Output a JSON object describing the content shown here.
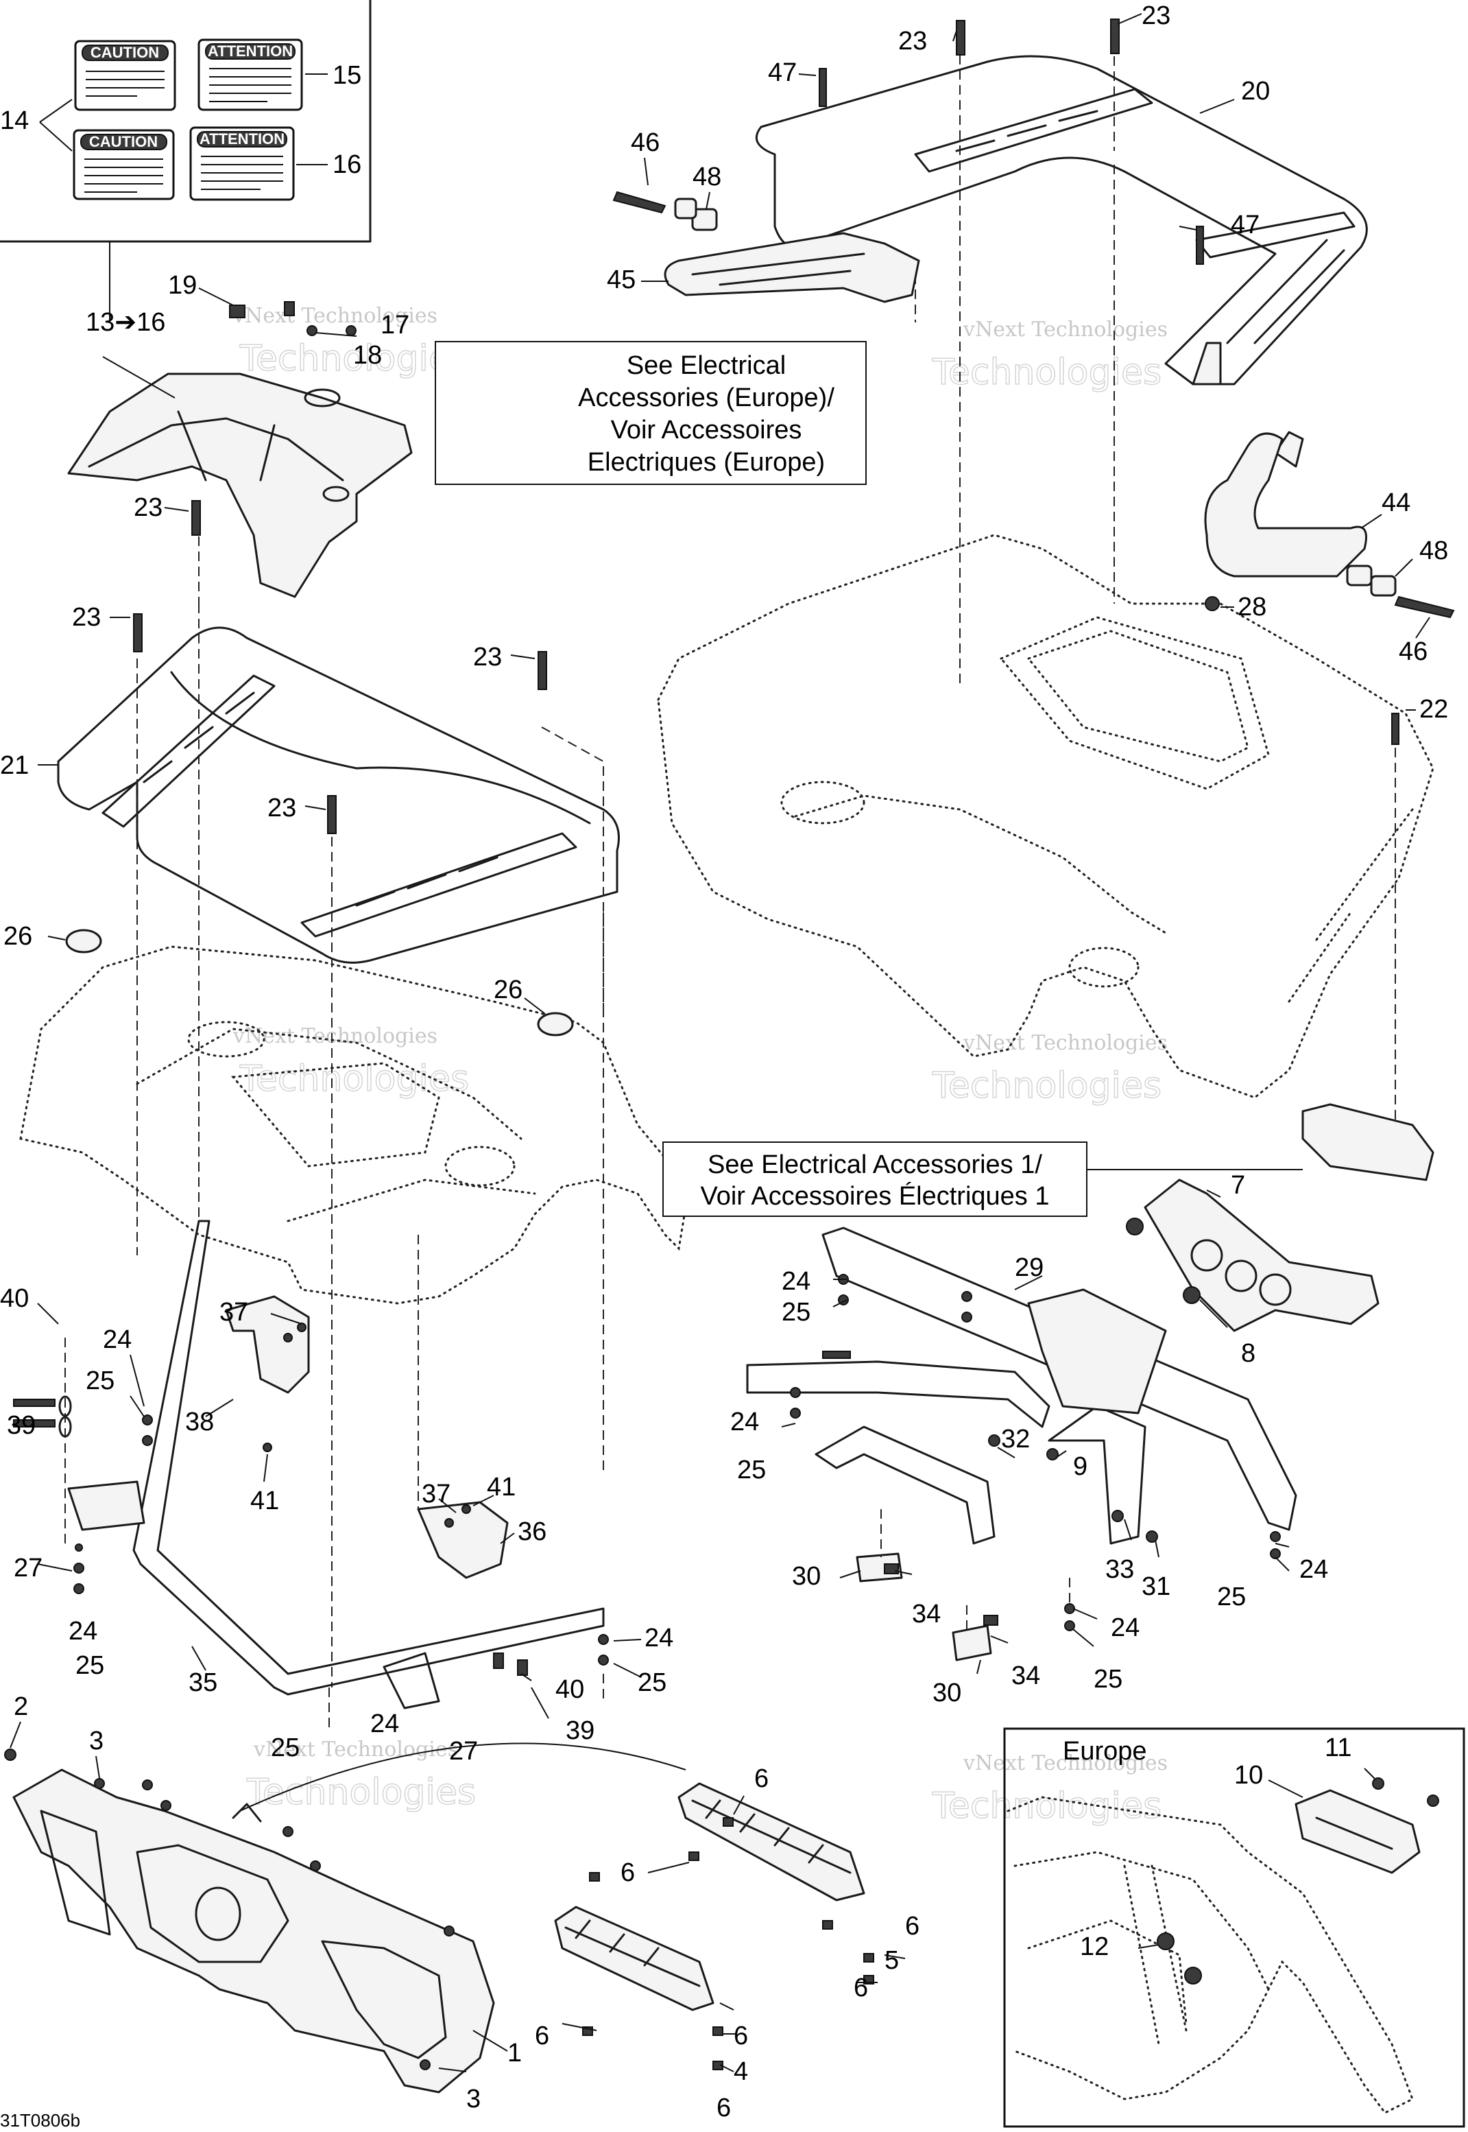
{
  "labels": {
    "caution_1": "CAUTION",
    "attention_1": "ATTENTION",
    "caution_2": "CAUTION",
    "attention_2": "ATTENTION"
  },
  "notes": {
    "europe_electrical": [
      "See Electrical",
      "Accessories (Europe)/",
      "Voir Accessoires",
      "Electriques (Europe)"
    ],
    "electrical_1": [
      "See Electrical Accessories 1/",
      "Voir Accessoires Électriques 1"
    ],
    "europe_inset_title": "Europe"
  },
  "watermark": {
    "line1": "vNext Technologies",
    "line2": "Technologies"
  },
  "drawing_code": "31T0806b",
  "refs": {
    "r14": "14",
    "r15": "15",
    "r16": "16",
    "r13to16": "13➔16",
    "r19": "19",
    "r17": "17",
    "r18": "18",
    "r23a": "23",
    "r23b": "23",
    "r23c": "23",
    "r23d": "23",
    "r23e": "23",
    "r23f": "23",
    "r47a": "47",
    "r47b": "47",
    "r20": "20",
    "r46a": "46",
    "r48a": "48",
    "r45": "45",
    "r44": "44",
    "r48b": "48",
    "r46b": "46",
    "r28": "28",
    "r22": "22",
    "r21": "21",
    "r26a": "26",
    "r26b": "26",
    "r7": "7",
    "r8": "8",
    "r29": "29",
    "r24a": "24",
    "r25a": "25",
    "r24b": "24",
    "r25b": "25",
    "r32": "32",
    "r9": "9",
    "r33": "33",
    "r31": "31",
    "r24c": "24",
    "r25c": "25",
    "r30a": "30",
    "r34a": "34",
    "r34b": "34",
    "r30b": "30",
    "r24d": "24",
    "r25d": "25",
    "r40a": "40",
    "r39a": "39",
    "r24e": "24",
    "r25e": "25",
    "r37a": "37",
    "r38": "38",
    "r41a": "41",
    "r37b": "37",
    "r41b": "41",
    "r36": "36",
    "r27a": "27",
    "r24f": "24",
    "r25f": "25",
    "r35": "35",
    "r24g": "24",
    "r25g": "25",
    "r40b": "40",
    "r39b": "39",
    "r24h": "24",
    "r25h": "25",
    "r27b": "27",
    "r2": "2",
    "r3a": "3",
    "r3b": "3",
    "r1": "1",
    "r6a": "6",
    "r6b": "6",
    "r6c": "6",
    "r6d": "6",
    "r6e": "6",
    "r6f": "6",
    "r6g": "6",
    "r5": "5",
    "r4": "4",
    "r10": "10",
    "r11": "11",
    "r12": "12"
  }
}
